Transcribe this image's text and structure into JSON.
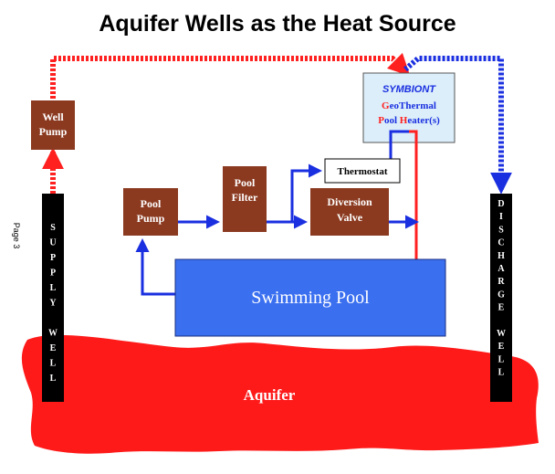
{
  "title": "Aquifer Wells as the Heat Source",
  "page_label": "Page 3",
  "well_pump": [
    "Well",
    "Pump"
  ],
  "pool_pump": [
    "Pool",
    "Pump"
  ],
  "pool_filter": [
    "Pool",
    "Filter"
  ],
  "diversion_valve": [
    "Diversion",
    "Valve"
  ],
  "thermostat": "Thermostat",
  "heater": {
    "brand": "SYMBIONT",
    "line1": "GeoThermal",
    "line2": "Pool Heater(s)",
    "line1_initial": "G",
    "line2_initials": [
      "P",
      "H"
    ]
  },
  "swimming_pool": "Swimming Pool",
  "aquifer": "Aquifer",
  "supply_well": [
    "S",
    "U",
    "P",
    "P",
    "L",
    "Y",
    "",
    "W",
    "E",
    "L",
    "L"
  ],
  "discharge_well": [
    "D",
    "I",
    "S",
    "C",
    "H",
    "A",
    "R",
    "G",
    "E",
    "",
    "W",
    "E",
    "L",
    "L"
  ],
  "colors": {
    "hot_pipe": "#ff2020",
    "cold_pipe": "#1a2fe0",
    "equipment": "#8b3a20",
    "pool": "#3a6ff0",
    "aquifer": "#ff1a1a",
    "heater_bg": "#dbeefa",
    "well": "#000000"
  }
}
